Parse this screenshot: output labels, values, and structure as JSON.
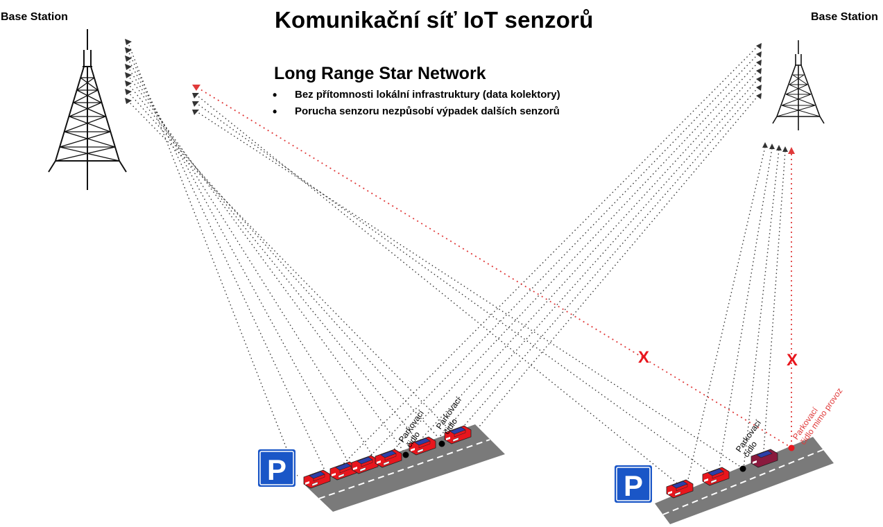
{
  "title": "Komunikační síť IoT senzorů",
  "station_left_label": "Base Station",
  "station_right_label": "Base Station",
  "network": {
    "heading": "Long Range Star Network",
    "bullets": [
      "Bez přítomnosti lokální infrastruktury (data kolektory)",
      "Porucha senzoru nezpůsobí výpadek dalších senzorů"
    ]
  },
  "sensor_label_line1": "Parkovací",
  "sensor_label_line2": "čidlo",
  "faulty_label_line1": "Parkovací",
  "faulty_label_line2": "čidlo mimo provoz",
  "failure_mark": "X",
  "parking_sign_letter": "P",
  "colors": {
    "link": "#333333",
    "failed_link": "#e03a3a",
    "car_body": "#e8161d",
    "car_roof": "#2d3fa8",
    "road": "#7a7a7a",
    "sign": "#1a56c7"
  }
}
